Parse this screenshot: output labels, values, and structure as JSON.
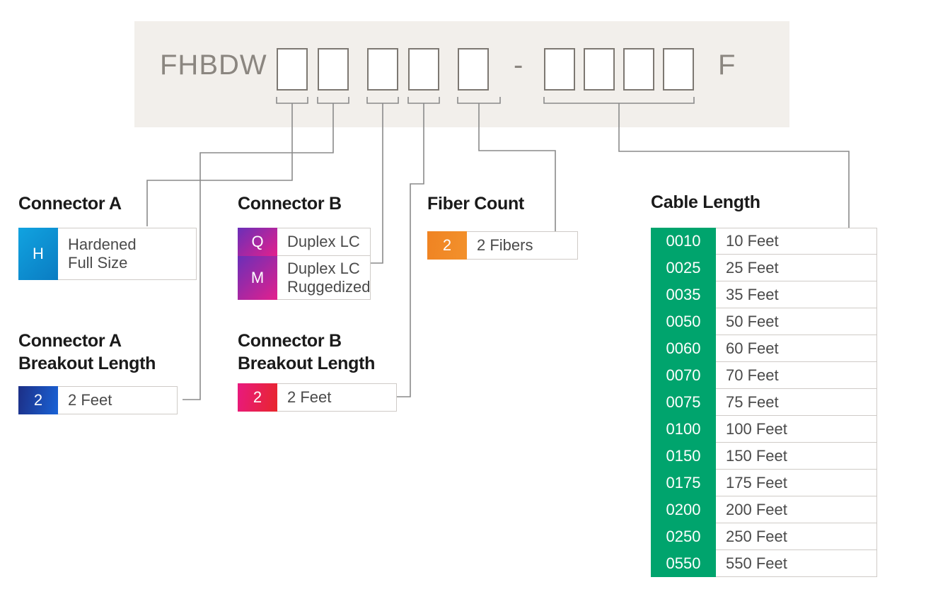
{
  "part_number": {
    "prefix": "FHBDW -",
    "separator": "-",
    "suffix": "F",
    "box_count": 9
  },
  "sections": {
    "connector_a": {
      "title": "Connector A",
      "options": [
        {
          "code": "H",
          "desc": "Hardened\nFull Size"
        }
      ]
    },
    "connector_b": {
      "title": "Connector B",
      "options": [
        {
          "code": "Q",
          "desc": "Duplex LC"
        },
        {
          "code": "M",
          "desc": "Duplex LC\nRuggedized"
        }
      ]
    },
    "fiber_count": {
      "title": "Fiber Count",
      "options": [
        {
          "code": "2",
          "desc": "2 Fibers"
        }
      ]
    },
    "connector_a_breakout": {
      "title": "Connector A\nBreakout Length",
      "options": [
        {
          "code": "2",
          "desc": "2 Feet"
        }
      ]
    },
    "connector_b_breakout": {
      "title": "Connector B\nBreakout Length",
      "options": [
        {
          "code": "2",
          "desc": "2 Feet"
        }
      ]
    },
    "cable_length": {
      "title": "Cable Length",
      "options": [
        {
          "code": "0010",
          "desc": "10 Feet"
        },
        {
          "code": "0025",
          "desc": "25 Feet"
        },
        {
          "code": "0035",
          "desc": "35 Feet"
        },
        {
          "code": "0050",
          "desc": "50 Feet"
        },
        {
          "code": "0060",
          "desc": "60 Feet"
        },
        {
          "code": "0070",
          "desc": "70 Feet"
        },
        {
          "code": "0075",
          "desc": "75 Feet"
        },
        {
          "code": "0100",
          "desc": "100 Feet"
        },
        {
          "code": "0150",
          "desc": "150 Feet"
        },
        {
          "code": "0175",
          "desc": "175 Feet"
        },
        {
          "code": "0200",
          "desc": "200 Feet"
        },
        {
          "code": "0250",
          "desc": "250 Feet"
        },
        {
          "code": "0550",
          "desc": "550 Feet"
        }
      ]
    }
  },
  "colors": {
    "band_background": "#f2efeb",
    "box_border": "#7d7872",
    "prefix_text": "#8b8680",
    "leader_line": "#8a8a8a",
    "connector_a": "#0f9ede",
    "connector_b": "#b02a9f",
    "fiber_count": "#f08322",
    "connector_a_breakout": "#1c2f86",
    "connector_b_breakout": "#e8197f",
    "cable_length": "#00a46d"
  }
}
